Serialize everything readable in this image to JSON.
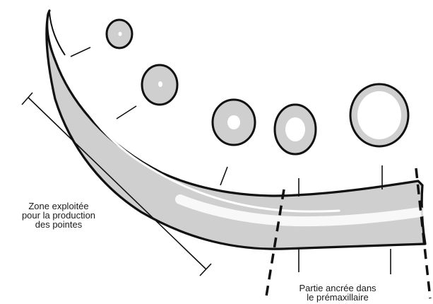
{
  "labels": {
    "zone_line1": "Zone exploitée",
    "zone_line2": "pour la production",
    "zone_line3": "des pointes",
    "partie_line1": "Partie ancrée dans",
    "partie_line2": "le prémaxillaire"
  },
  "colors": {
    "ivory_fill": "#cfcfcf",
    "pulp_highlight": "#ffffff",
    "stroke": "#111111",
    "background": "#ffffff"
  }
}
